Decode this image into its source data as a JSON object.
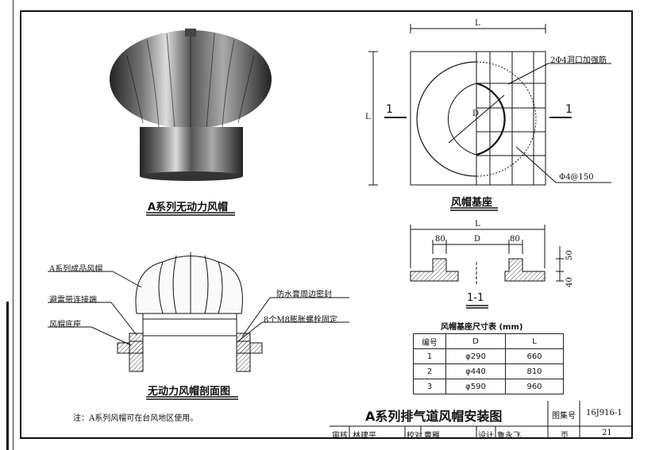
{
  "left_margin_marks": [
    "┊"
  ],
  "photo_caption": "A系列无动力风帽",
  "base_caption": "风帽基座",
  "section_caption": "无动力风帽剖面图",
  "plan_labels": {
    "L_top": "L",
    "L_side": "L",
    "D": "D",
    "sec_left": "1",
    "sec_right": "1",
    "rebar_note": "2Φ4洞口加强筋",
    "mesh_note": "Φ4@150"
  },
  "section_dims": {
    "L": "L",
    "left_80": "80",
    "D": "D",
    "right_80": "80",
    "h50": "50",
    "h40": "40",
    "title": "1-1"
  },
  "section_callouts": {
    "a": "A系列成品风帽",
    "b": "避雷带连接端",
    "c": "风帽底座",
    "d": "防水膏周边密封",
    "e": "8个M8膨胀螺栓固定"
  },
  "table": {
    "title": "风帽基座尺寸表 (mm)",
    "headers": [
      "编号",
      "D",
      "L"
    ],
    "rows": [
      [
        "1",
        "φ290",
        "660"
      ],
      [
        "2",
        "φ440",
        "810"
      ],
      [
        "3",
        "φ590",
        "960"
      ]
    ]
  },
  "note": "注：A系列风帽可在台风地区使用。",
  "title_block": {
    "title": "A系列排气道风帽安装图",
    "atlas_label": "图集号",
    "atlas_no": "16J916-1",
    "review_label": "审核",
    "reviewer": "林建平",
    "check_label": "校对",
    "checker": "曹雁",
    "design_label": "设计",
    "designer": "鲁永飞",
    "page_label": "页",
    "page_no": "21"
  }
}
